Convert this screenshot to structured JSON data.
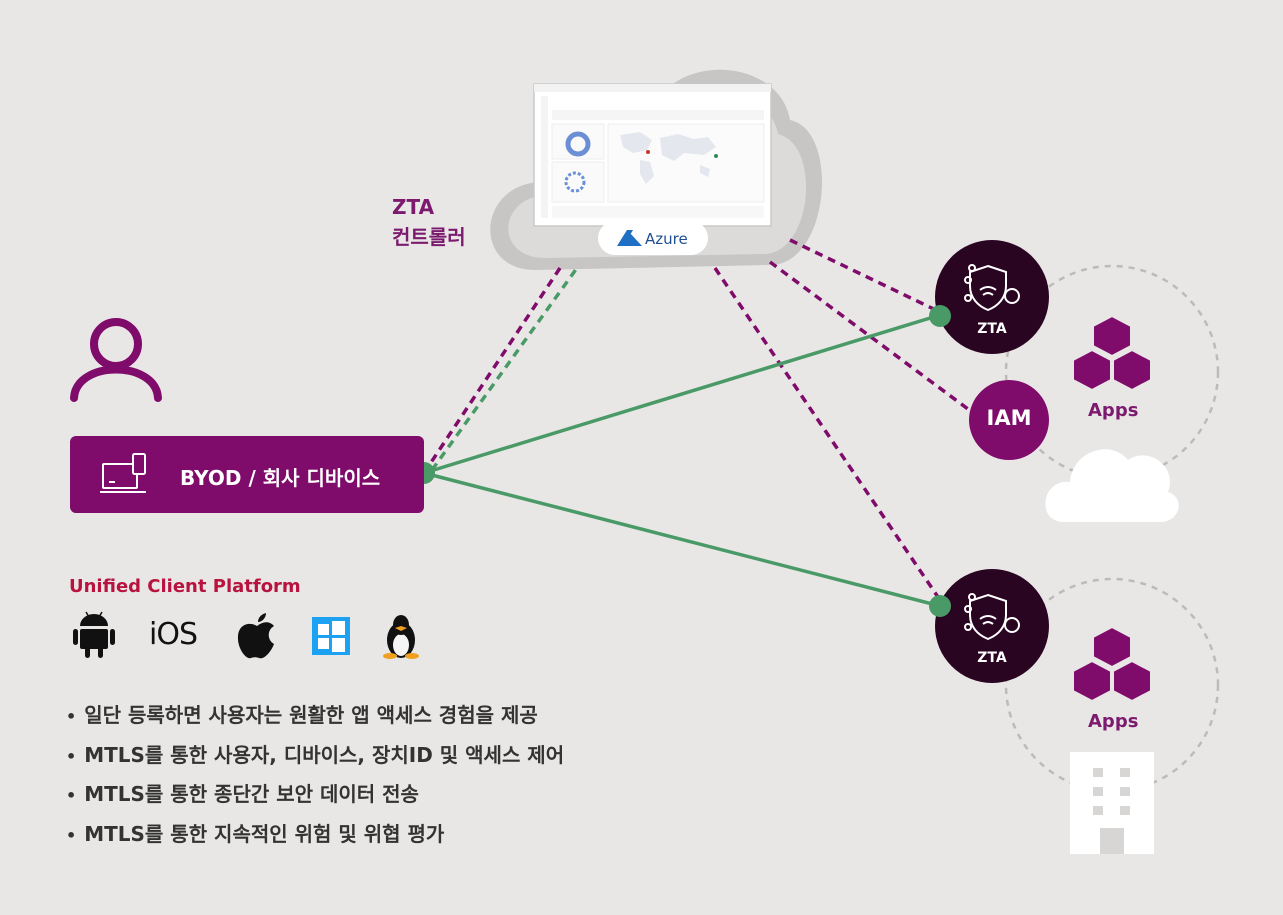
{
  "controller": {
    "label_line1": "ZTA",
    "label_line2": "컨트롤러",
    "provider": "Azure"
  },
  "device": {
    "label": "BYOD / 회사 디바이스"
  },
  "platform": {
    "title": "Unified Client Platform",
    "os": [
      {
        "name": "android-icon"
      },
      {
        "name": "ios",
        "label": "iOS"
      },
      {
        "name": "apple-icon"
      },
      {
        "name": "windows-icon"
      },
      {
        "name": "linux-icon"
      }
    ]
  },
  "nodes": {
    "zta_top": {
      "label": "ZTA"
    },
    "iam": {
      "label": "IAM"
    },
    "zta_bottom": {
      "label": "ZTA"
    },
    "apps_top": {
      "label": "Apps"
    },
    "apps_bottom": {
      "label": "Apps"
    }
  },
  "bullets": [
    "일단 등록하면 사용자는 원활한 앱 액세스 경험을 제공",
    "MTLS를 통한 사용자, 디바이스, 장치ID 및 액세스 제어",
    "MTLS를 통한 종단간 보안 데이터 전송",
    "MTLS를 통한 지속적인 위험 및 위협 평가"
  ],
  "colors": {
    "purple": "#7f0b6b",
    "dark_node": "#2a0522",
    "green": "#4a9a68",
    "red_title": "#b8133f"
  }
}
